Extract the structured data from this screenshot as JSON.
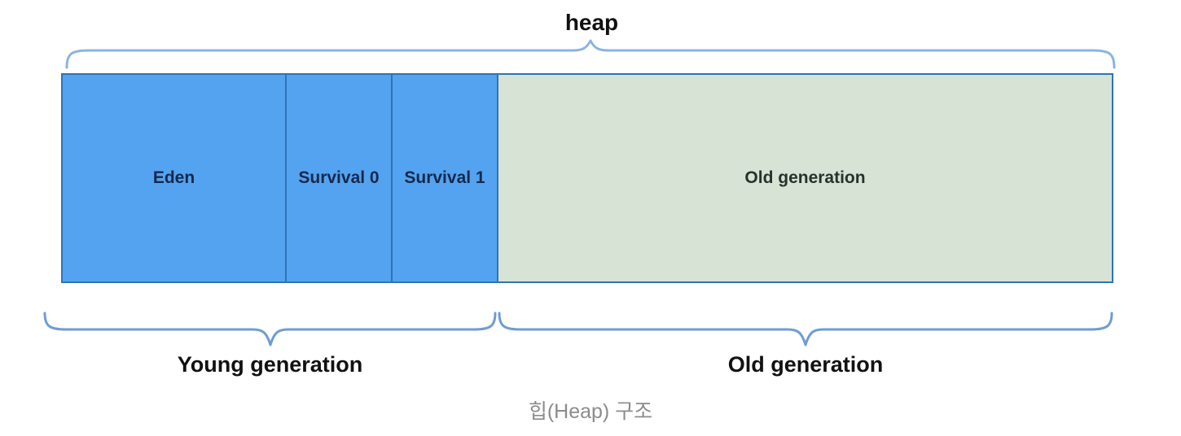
{
  "diagram": {
    "title": "heap",
    "segments": [
      {
        "id": "eden",
        "label": "Eden",
        "generation": "young"
      },
      {
        "id": "survival0",
        "label": "Survival 0",
        "generation": "young"
      },
      {
        "id": "survival1",
        "label": "Survival 1",
        "generation": "young"
      },
      {
        "id": "old",
        "label": "Old generation",
        "generation": "old"
      }
    ],
    "groups": {
      "young_label": "Young generation",
      "old_label": "Old generation"
    },
    "caption": "힙(Heap) 구조"
  },
  "colors": {
    "young_fill": "#54A3F0",
    "old_fill": "#D6E3D5",
    "box_border": "#2E74B5",
    "top_brace": "#8AB4E2",
    "bottom_brace": "#6E9DD3",
    "young_label": "#15294D",
    "old_label": "#26332C",
    "outside_label": "#111111",
    "caption": "#8C8C8C"
  }
}
